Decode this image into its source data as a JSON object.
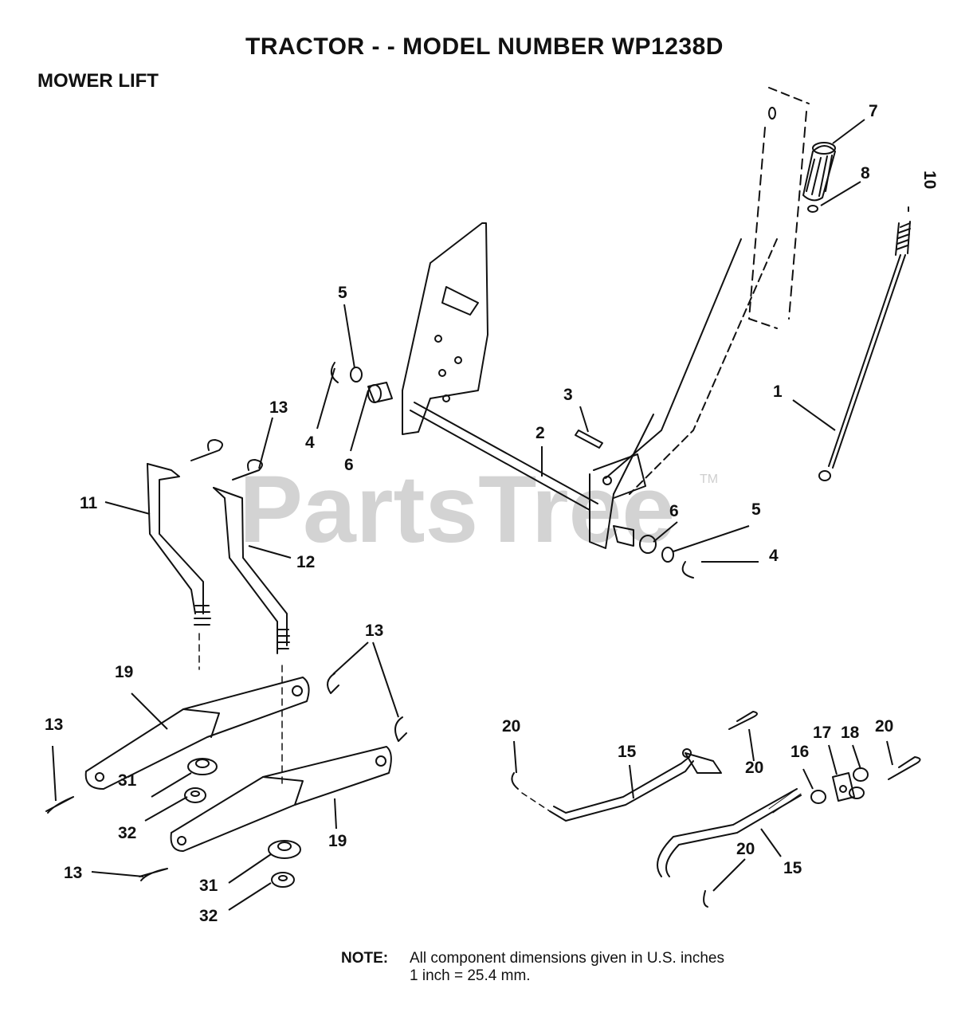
{
  "title": "TRACTOR - - MODEL NUMBER WP1238D",
  "subtitle": "MOWER LIFT",
  "watermark": {
    "brand": "PartsTree",
    "trademark": "TM"
  },
  "note": {
    "label": "NOTE:",
    "line1": "All component dimensions given in U.S. inches",
    "line2": "1 inch = 25.4 mm."
  },
  "callouts": [
    {
      "id": "c-7",
      "label": "7"
    },
    {
      "id": "c-8",
      "label": "8"
    },
    {
      "id": "c-10",
      "label": "10"
    },
    {
      "id": "c-1",
      "label": "1"
    },
    {
      "id": "c-5a",
      "label": "5"
    },
    {
      "id": "c-4a",
      "label": "4"
    },
    {
      "id": "c-6a",
      "label": "6"
    },
    {
      "id": "c-3",
      "label": "3"
    },
    {
      "id": "c-2",
      "label": "2"
    },
    {
      "id": "c-6b",
      "label": "6"
    },
    {
      "id": "c-5b",
      "label": "5"
    },
    {
      "id": "c-4b",
      "label": "4"
    },
    {
      "id": "c-13a",
      "label": "13"
    },
    {
      "id": "c-11",
      "label": "11"
    },
    {
      "id": "c-12",
      "label": "12"
    },
    {
      "id": "c-13b",
      "label": "13"
    },
    {
      "id": "c-19a",
      "label": "19"
    },
    {
      "id": "c-13c",
      "label": "13"
    },
    {
      "id": "c-31a",
      "label": "31"
    },
    {
      "id": "c-32a",
      "label": "32"
    },
    {
      "id": "c-19b",
      "label": "19"
    },
    {
      "id": "c-13d",
      "label": "13"
    },
    {
      "id": "c-31b",
      "label": "31"
    },
    {
      "id": "c-32b",
      "label": "32"
    },
    {
      "id": "c-20a",
      "label": "20"
    },
    {
      "id": "c-15a",
      "label": "15"
    },
    {
      "id": "c-20b",
      "label": "20"
    },
    {
      "id": "c-16",
      "label": "16"
    },
    {
      "id": "c-17",
      "label": "17"
    },
    {
      "id": "c-18",
      "label": "18"
    },
    {
      "id": "c-20c",
      "label": "20"
    },
    {
      "id": "c-20d",
      "label": "20"
    },
    {
      "id": "c-15b",
      "label": "15"
    }
  ]
}
